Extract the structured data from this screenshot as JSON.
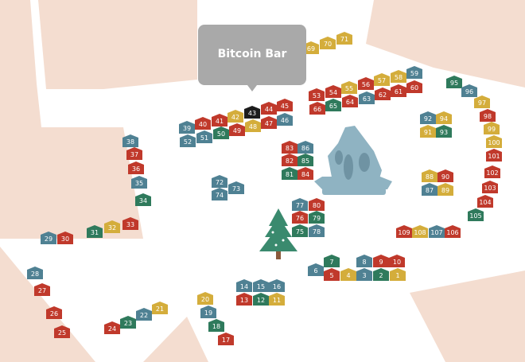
{
  "colors": {
    "red": "#c0392b",
    "blue": "#4f8193",
    "green": "#2f7a5c",
    "yellow": "#d4ad3b",
    "black": "#1c1c1c",
    "street": "#f4ddd0",
    "tree": "#3a8a6e",
    "fountain": "#8fb3c2"
  },
  "popup": {
    "title": "Bitcoin Bar"
  },
  "stalls": [
    {
      "n": "1",
      "c": "yellow"
    },
    {
      "n": "2",
      "c": "green"
    },
    {
      "n": "3",
      "c": "blue"
    },
    {
      "n": "4",
      "c": "yellow"
    },
    {
      "n": "5",
      "c": "red"
    },
    {
      "n": "6",
      "c": "blue"
    },
    {
      "n": "7",
      "c": "green"
    },
    {
      "n": "8",
      "c": "blue"
    },
    {
      "n": "9",
      "c": "red"
    },
    {
      "n": "10",
      "c": "red"
    },
    {
      "n": "11",
      "c": "yellow"
    },
    {
      "n": "12",
      "c": "green"
    },
    {
      "n": "13",
      "c": "red"
    },
    {
      "n": "14",
      "c": "blue"
    },
    {
      "n": "15",
      "c": "blue"
    },
    {
      "n": "16",
      "c": "blue"
    },
    {
      "n": "17",
      "c": "red"
    },
    {
      "n": "18",
      "c": "green"
    },
    {
      "n": "19",
      "c": "blue"
    },
    {
      "n": "20",
      "c": "yellow"
    },
    {
      "n": "21",
      "c": "yellow"
    },
    {
      "n": "22",
      "c": "blue"
    },
    {
      "n": "23",
      "c": "green"
    },
    {
      "n": "24",
      "c": "red"
    },
    {
      "n": "25",
      "c": "red"
    },
    {
      "n": "26",
      "c": "red"
    },
    {
      "n": "27",
      "c": "red"
    },
    {
      "n": "28",
      "c": "blue"
    },
    {
      "n": "29",
      "c": "blue"
    },
    {
      "n": "30",
      "c": "red"
    },
    {
      "n": "31",
      "c": "green"
    },
    {
      "n": "32",
      "c": "yellow"
    },
    {
      "n": "33",
      "c": "red"
    },
    {
      "n": "34",
      "c": "green"
    },
    {
      "n": "35",
      "c": "blue"
    },
    {
      "n": "36",
      "c": "red"
    },
    {
      "n": "37",
      "c": "red"
    },
    {
      "n": "38",
      "c": "blue"
    },
    {
      "n": "39",
      "c": "blue"
    },
    {
      "n": "40",
      "c": "red"
    },
    {
      "n": "41",
      "c": "red"
    },
    {
      "n": "42",
      "c": "yellow"
    },
    {
      "n": "43",
      "c": "black"
    },
    {
      "n": "44",
      "c": "red"
    },
    {
      "n": "45",
      "c": "red"
    },
    {
      "n": "46",
      "c": "blue"
    },
    {
      "n": "47",
      "c": "red"
    },
    {
      "n": "48",
      "c": "yellow"
    },
    {
      "n": "49",
      "c": "red"
    },
    {
      "n": "50",
      "c": "green"
    },
    {
      "n": "51",
      "c": "blue"
    },
    {
      "n": "52",
      "c": "blue"
    },
    {
      "n": "53",
      "c": "red"
    },
    {
      "n": "54",
      "c": "red"
    },
    {
      "n": "55",
      "c": "yellow"
    },
    {
      "n": "56",
      "c": "red"
    },
    {
      "n": "57",
      "c": "yellow"
    },
    {
      "n": "58",
      "c": "yellow"
    },
    {
      "n": "59",
      "c": "blue"
    },
    {
      "n": "60",
      "c": "red"
    },
    {
      "n": "61",
      "c": "red"
    },
    {
      "n": "62",
      "c": "red"
    },
    {
      "n": "63",
      "c": "blue"
    },
    {
      "n": "64",
      "c": "red"
    },
    {
      "n": "65",
      "c": "green"
    },
    {
      "n": "66",
      "c": "red"
    },
    {
      "n": "69",
      "c": "yellow"
    },
    {
      "n": "70",
      "c": "yellow"
    },
    {
      "n": "71",
      "c": "yellow"
    },
    {
      "n": "72",
      "c": "blue"
    },
    {
      "n": "73",
      "c": "blue"
    },
    {
      "n": "74",
      "c": "blue"
    },
    {
      "n": "75",
      "c": "green"
    },
    {
      "n": "76",
      "c": "red"
    },
    {
      "n": "77",
      "c": "blue"
    },
    {
      "n": "78",
      "c": "blue"
    },
    {
      "n": "79",
      "c": "green"
    },
    {
      "n": "80",
      "c": "red"
    },
    {
      "n": "81",
      "c": "green"
    },
    {
      "n": "82",
      "c": "red"
    },
    {
      "n": "83",
      "c": "red"
    },
    {
      "n": "84",
      "c": "red"
    },
    {
      "n": "85",
      "c": "green"
    },
    {
      "n": "86",
      "c": "blue"
    },
    {
      "n": "87",
      "c": "blue"
    },
    {
      "n": "88",
      "c": "yellow"
    },
    {
      "n": "89",
      "c": "yellow"
    },
    {
      "n": "90",
      "c": "red"
    },
    {
      "n": "91",
      "c": "yellow"
    },
    {
      "n": "92",
      "c": "blue"
    },
    {
      "n": "93",
      "c": "green"
    },
    {
      "n": "94",
      "c": "yellow"
    },
    {
      "n": "95",
      "c": "green"
    },
    {
      "n": "96",
      "c": "blue"
    },
    {
      "n": "97",
      "c": "yellow"
    },
    {
      "n": "98",
      "c": "red"
    },
    {
      "n": "99",
      "c": "yellow"
    },
    {
      "n": "100",
      "c": "yellow"
    },
    {
      "n": "101",
      "c": "red"
    },
    {
      "n": "102",
      "c": "red"
    },
    {
      "n": "103",
      "c": "red"
    },
    {
      "n": "104",
      "c": "red"
    },
    {
      "n": "105",
      "c": "green"
    },
    {
      "n": "106",
      "c": "red"
    },
    {
      "n": "107",
      "c": "blue"
    },
    {
      "n": "108",
      "c": "yellow"
    },
    {
      "n": "109",
      "c": "red"
    }
  ]
}
